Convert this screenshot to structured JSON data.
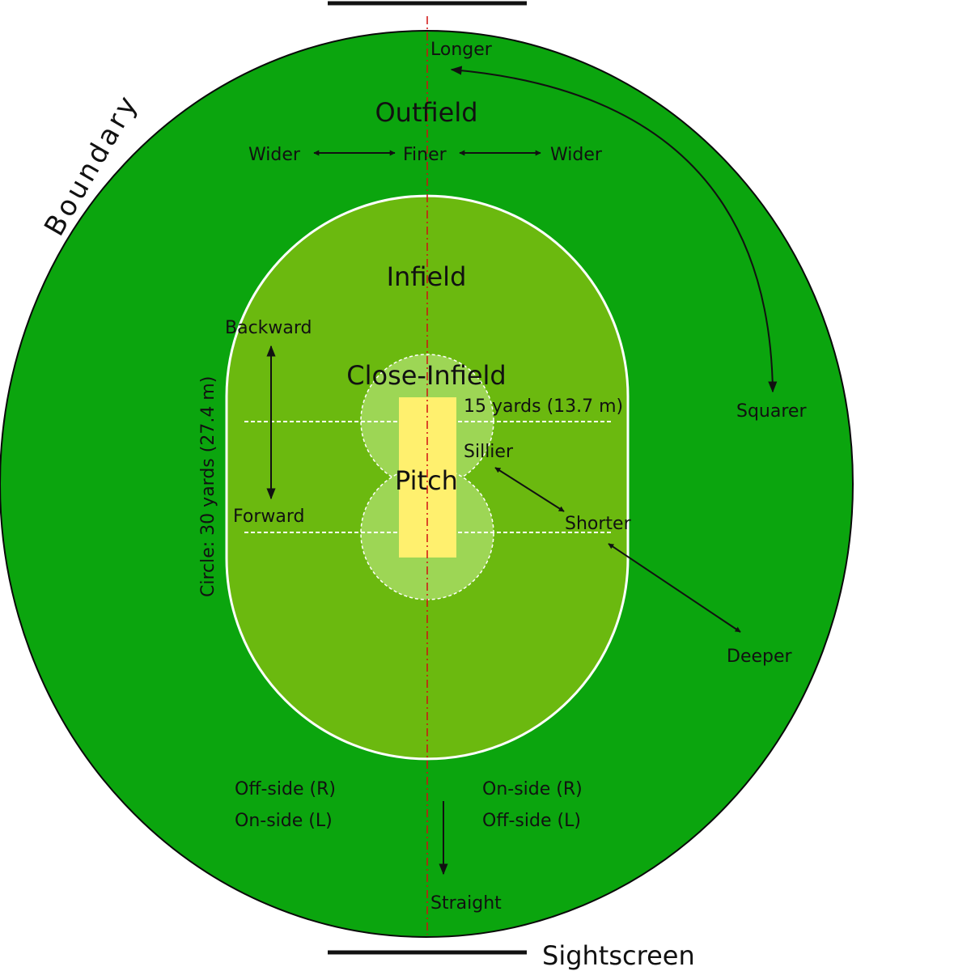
{
  "colors": {
    "outfield": "#0ba50e",
    "infield": "#6bb90f",
    "close_infield": "#9dd655",
    "pitch": "#fff06e",
    "boundary_stroke": "#0a0a0a",
    "center_line": "#d01010",
    "dashed_line": "#ffffff"
  },
  "labels": {
    "boundary": "Boundary",
    "outfield": "Outfield",
    "infield": "Infield",
    "close_infield": "Close-Infield",
    "pitch": "Pitch",
    "longer": "Longer",
    "wider_left": "Wider",
    "finer": "Finer",
    "wider_right": "Wider",
    "squarer": "Squarer",
    "backward": "Backward",
    "forward": "Forward",
    "circle_30": "Circle: 30 yards (27.4 m)",
    "close_15": "15 yards (13.7 m)",
    "sillier": "Sillier",
    "shorter": "Shorter",
    "deeper": "Deeper",
    "off_side_r": "Off-side (R)",
    "on_side_l": "On-side (L)",
    "on_side_r": "On-side (R)",
    "off_side_l": "Off-side (L)",
    "straight": "Straight",
    "sightscreen": "Sightscreen"
  }
}
